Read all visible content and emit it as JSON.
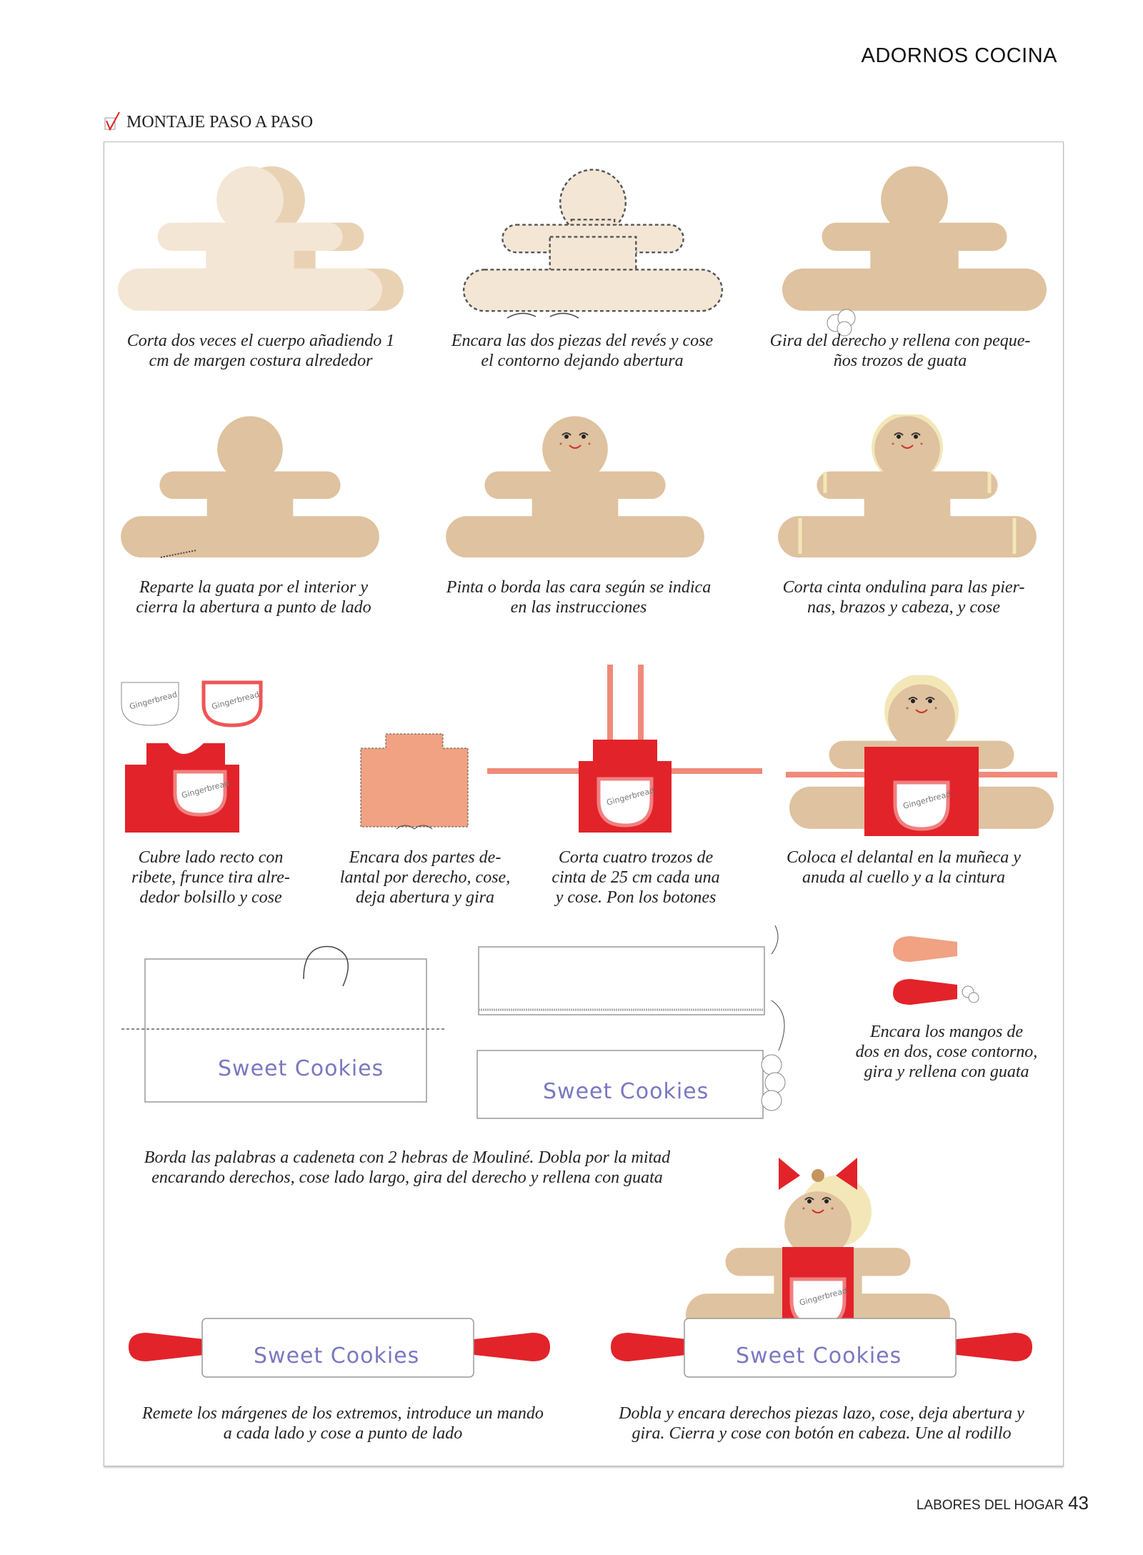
{
  "header": {
    "section": "ADORNOS COCINA",
    "title": "MONTAJE PASO A PASO"
  },
  "illustration_text": {
    "pocket_label": "Gingerbread",
    "embroidery": "Sweet Cookies"
  },
  "steps": [
    {
      "caption": "Corta dos veces el cuerpo añadiendo 1\ncm de margen costura alrededor"
    },
    {
      "caption": "Encara las dos piezas del revés y cose\nel contorno dejando abertura"
    },
    {
      "caption": "Gira del derecho y rellena con peque-\nños trozos de guata"
    },
    {
      "caption": "Reparte la guata por el interior y\ncierra la abertura a punto de lado"
    },
    {
      "caption": "Pinta o borda las cara según se indica\nen las instrucciones"
    },
    {
      "caption": "Corta cinta ondulina para las pier-\nnas, brazos y cabeza, y cose"
    },
    {
      "caption": "Cubre lado recto con\nribete, frunce tira alre-\ndedor bolsillo y cose"
    },
    {
      "caption": "Encara dos partes de-\nlantal por derecho, cose,\ndeja abertura y gira"
    },
    {
      "caption": "Corta cuatro trozos de\ncinta de 25 cm cada una\ny cose. Pon los botones"
    },
    {
      "caption": "Coloca el delantal en la muñeca y\nanuda al cuello y a la cintura"
    },
    {
      "caption": "Encara los mangos de\ndos en dos, cose contorno,\ngira y rellena con guata"
    },
    {
      "caption": "Borda las palabras a cadeneta con 2 hebras de Mouliné. Dobla por la mitad\nencarando derechos, cose lado largo, gira del derecho y rellena con guata"
    },
    {
      "caption": "Remete los márgenes de los extremos, introduce un mando\na cada lado y cose a punto de lado"
    },
    {
      "caption": "Dobla y encara derechos piezas lazo, cose, deja abertura y\ngira. Cierra y cose con botón en cabeza. Une al rodillo"
    }
  ],
  "footer": {
    "magazine": "LABORES DEL HOGAR",
    "page": "43"
  },
  "colors": {
    "dough_light": "#f4e6d5",
    "dough": "#dfc29f",
    "red": "#e2232a",
    "apron_orange": "#f0a283",
    "embroidery": "#7a78c0",
    "ribbon": "#f3e7b8"
  }
}
